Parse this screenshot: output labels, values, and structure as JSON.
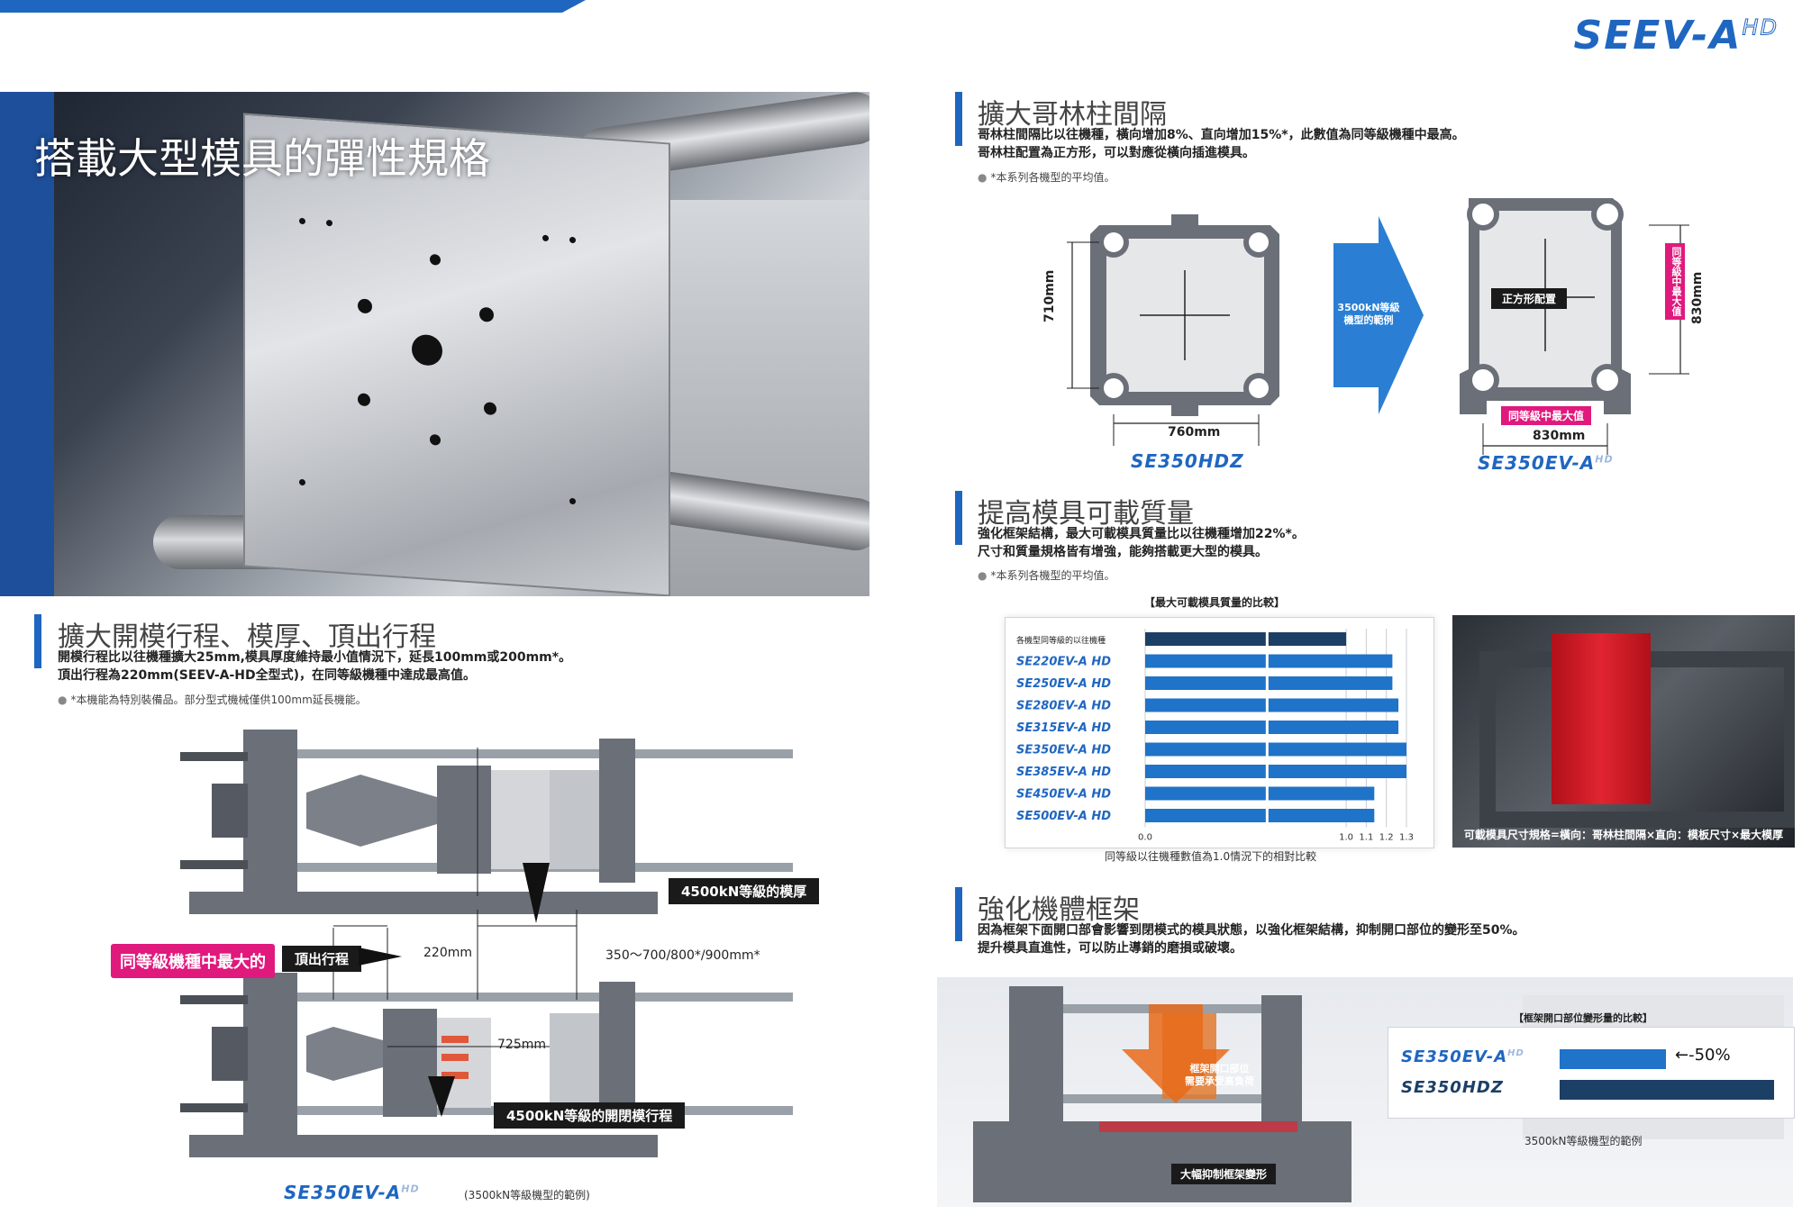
{
  "brand": {
    "name": "SEEV-A",
    "suffix": "HD"
  },
  "photo_title": "搭載大型模具的彈性規格",
  "sections": {
    "tiebar": {
      "title": "擴大哥林柱間隔",
      "line1": "哥林柱間隔比以往機種，橫向增加8%、直向增加15%*，此數值為同等級機種中最高。",
      "line2": "哥林柱配置為正方形，可以對應從橫向插進模具。",
      "note": "*本系列各機型的平均值。"
    },
    "mold_weight": {
      "title": "提高模具可載質量",
      "line1": "強化框架結構，最大可載模具質量比以往機種增加22%*。",
      "line2": "尺寸和質量規格皆有增強，能夠搭載更大型的模具。",
      "note": "*本系列各機型的平均值。"
    },
    "stroke": {
      "title": "擴大開模行程、模厚、頂出行程",
      "line1": "開模行程比以往機種擴大25mm,模具厚度維持最小值情況下，延長100mm或200mm*。",
      "line2": "頂出行程為220mm(SEEV-A-HD全型式)，在同等級機種中達成最高值。",
      "note": "*本機能為特別裝備品。部分型式機械僅供100mm延長機能。"
    },
    "frame": {
      "title": "強化機體框架",
      "line1": "因為框架下面開口部會影響到閉模式的模具狀態，以強化框架結構，抑制開口部位的變形至50%。",
      "line2": "提升模具直進性，可以防止導銷的磨損或破壞。"
    }
  },
  "tiebar_diagram": {
    "left_height": "710mm",
    "left_width": "760mm",
    "left_model": "SE350HDZ",
    "arrow_text1": "3500kN等級",
    "arrow_text2": "機型的範例",
    "square_label": "正方形配置",
    "right_side_label": "同等級中最大值",
    "right_height": "830mm",
    "right_bottom_label": "同等級中最大值",
    "right_width": "830mm",
    "right_model": "SE350EV-A",
    "right_model_suffix": "HD"
  },
  "chart_data": {
    "type": "bar",
    "title": "【最大可載模具質量的比較】",
    "categories": [
      "各機型同等級的以往機種",
      "SE220EV-A HD",
      "SE250EV-A HD",
      "SE280EV-A HD",
      "SE315EV-A HD",
      "SE350EV-A HD",
      "SE385EV-A HD",
      "SE450EV-A HD",
      "SE500EV-A HD"
    ],
    "values": [
      1.0,
      1.23,
      1.23,
      1.26,
      1.26,
      1.3,
      1.3,
      1.14,
      1.14
    ],
    "xticks": [
      "0.0",
      "1.0",
      "1.1",
      "1.2",
      "1.3"
    ],
    "xlim": [
      0,
      1.3
    ],
    "xlabel": "同等級以往機種數值為1.0情況下的相對比較",
    "colors": {
      "base": "#1c3f66",
      "new": "#1f73c8"
    }
  },
  "photo2_caption": "可載模具尺寸規格=橫向：哥林柱間隔×直向：模板尺寸×最大模厚",
  "machine_diagram": {
    "mold_label": "4500kN等級的模厚",
    "pink_label": "同等級機種中最大的",
    "eject_label": "頂出行程",
    "eject_value": "220mm",
    "range_value": "350～700/800*/900mm*",
    "stroke_value": "725mm",
    "open_label": "4500kN等級的開閉模行程",
    "model": "SE350EV-A",
    "model_suffix": "HD",
    "model_note": "(3500kN等級機型的範例)"
  },
  "deformation": {
    "title": "【框架開口部位變形量的比較】",
    "row1_model": "SE350EV-A",
    "row1_suffix": "HD",
    "row1_value": "-50%",
    "row2_model": "SE350HDZ",
    "note": "3500kN等級機型的範例",
    "frame_label1": "框架開口部位",
    "frame_label2": "需要承受高負荷",
    "frame_bottom": "大幅抑制框架變形"
  }
}
